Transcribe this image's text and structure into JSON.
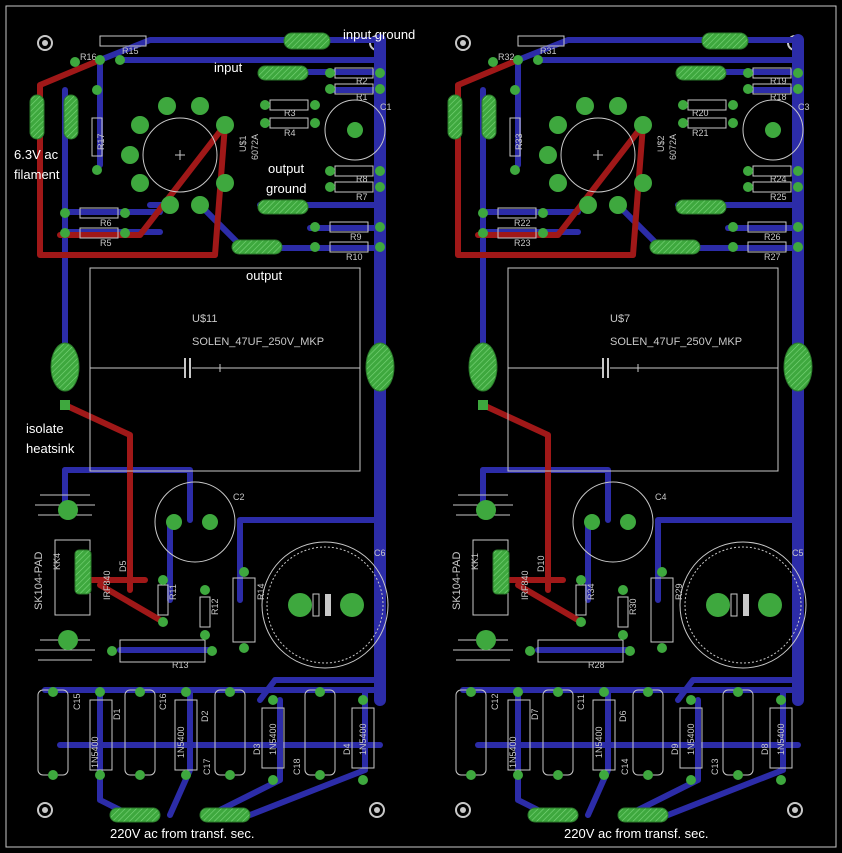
{
  "labels": {
    "input_ground": "input ground",
    "input": "input",
    "filament_line1": "6.3V ac",
    "filament_line2": "filament",
    "output_ground_line1": "output",
    "output_ground_line2": "ground",
    "output": "output",
    "isolate_line1": "isolate",
    "isolate_line2": "heatsink",
    "ac_left": "220V ac from transf. sec.",
    "ac_right": "220V ac from transf. sec."
  },
  "left_board": {
    "cap_ref": "U$11",
    "cap_value": "SOLEN_47UF_250V_MKP",
    "heatsink": "SK104-PAD",
    "heatsink_ref": "KK4",
    "tube_ref": "U$1",
    "tube_type": "6072A",
    "resistors": [
      "R15",
      "R16",
      "R17",
      "R2",
      "R1",
      "R3",
      "R4",
      "R6",
      "R5",
      "R7",
      "R8",
      "R9",
      "R10",
      "R11",
      "R12",
      "R13",
      "R14"
    ],
    "caps": [
      "C1",
      "C2",
      "C6",
      "C15",
      "C16",
      "C17",
      "C18"
    ],
    "diodes": [
      "D1",
      "D2",
      "D3",
      "D4",
      "D5"
    ],
    "diode_type": "1N5400",
    "mosfet": "IRF840"
  },
  "right_board": {
    "cap_ref": "U$7",
    "cap_value": "SOLEN_47UF_250V_MKP",
    "heatsink": "SK104-PAD",
    "heatsink_ref": "KK1",
    "tube_ref": "U$2",
    "tube_type": "6072A",
    "resistors": [
      "R31",
      "R32",
      "R33",
      "R20",
      "R19",
      "R18",
      "R21",
      "R22",
      "R23",
      "R24",
      "R25",
      "R26",
      "R27",
      "R28",
      "R29",
      "R30",
      "R34"
    ],
    "caps": [
      "C3",
      "C4",
      "C5",
      "C11",
      "C12",
      "C13",
      "C14"
    ],
    "diodes": [
      "D6",
      "D7",
      "D8",
      "D9",
      "D10"
    ],
    "diode_type": "1N5400",
    "mosfet": "IRF840"
  },
  "colors": {
    "background": "#000000",
    "bottom_copper": "#2c2ca8",
    "top_copper": "#a01818",
    "pad": "#3ea83e",
    "silkscreen": "#c8c8c8",
    "text": "#ffffff"
  }
}
